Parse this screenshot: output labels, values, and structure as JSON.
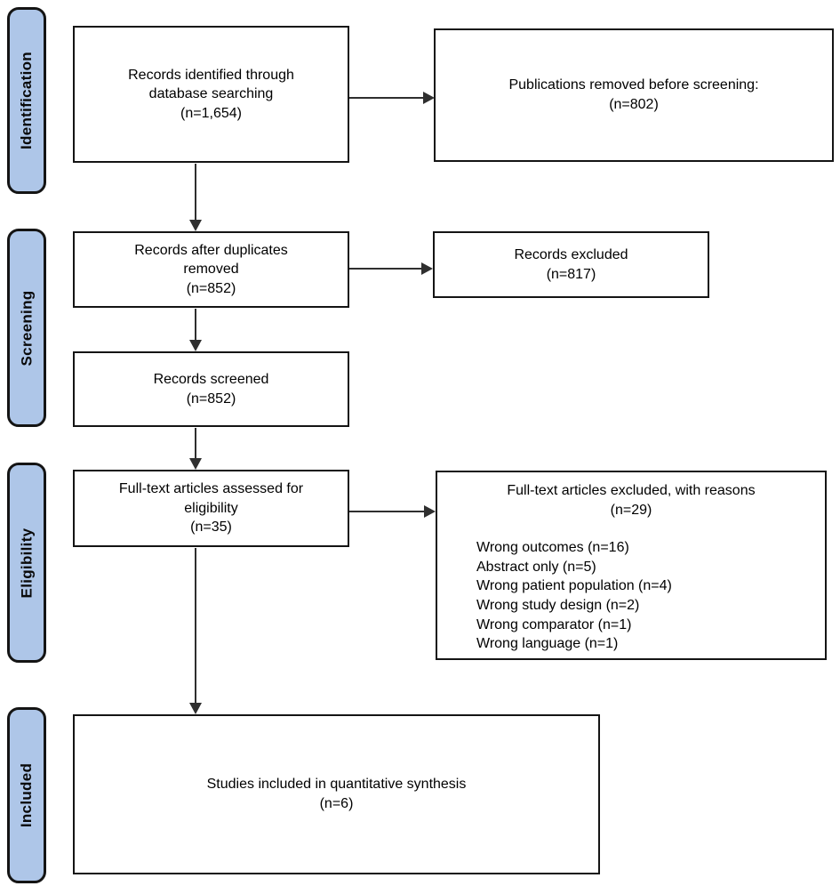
{
  "diagram_type": "prisma-flow-diagram",
  "palette": {
    "background": "#ffffff",
    "stage_fill": "#aec6e8",
    "stage_border": "#141414",
    "box_fill": "#ffffff",
    "box_border": "#141414",
    "arrow_color": "#2f2f2f",
    "text_color": "#000000"
  },
  "stages": [
    {
      "label": "Identification"
    },
    {
      "label": "Screening"
    },
    {
      "label": "Eligibility"
    },
    {
      "label": "Included"
    }
  ],
  "boxes": {
    "identified": {
      "text": "Records identified through\ndatabase searching\n(n=1,654)"
    },
    "removed_before_screening": {
      "text": "Publications removed before screening:\n(n=802)"
    },
    "after_duplicates": {
      "text": "Records after duplicates\nremoved\n(n=852)"
    },
    "records_excluded": {
      "text": "Records excluded\n(n=817)"
    },
    "screened": {
      "text": "Records screened\n(n=852)"
    },
    "fulltext_assessed": {
      "text": "Full-text articles assessed for\neligibility\n(n=35)"
    },
    "fulltext_excluded": {
      "header": "Full-text articles excluded, with reasons\n(n=29)",
      "reasons": [
        "Wrong outcomes (n=16)",
        "Abstract only (n=5)",
        "Wrong patient population (n=4)",
        "Wrong study design (n=2)",
        "Wrong comparator (n=1)",
        "Wrong language (n=1)"
      ]
    },
    "included_synthesis": {
      "text": "Studies included in quantitative synthesis\n(n=6)"
    }
  }
}
